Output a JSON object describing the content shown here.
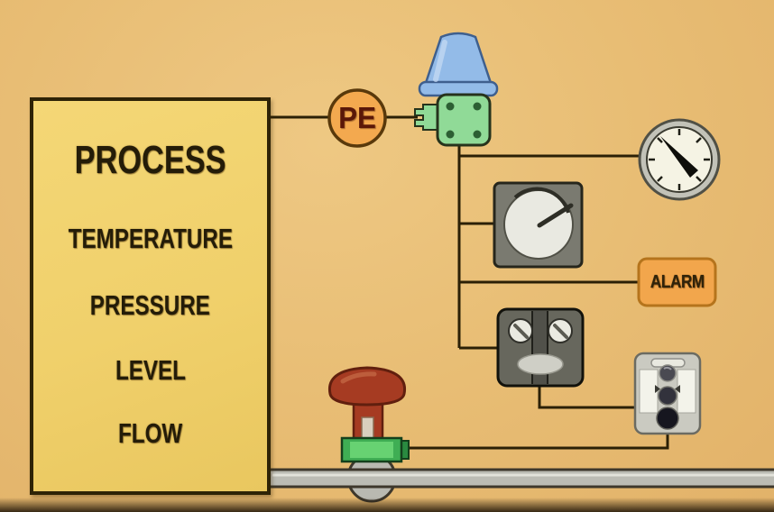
{
  "process_box": {
    "title": "PROCESS",
    "variables": [
      "TEMPERATURE",
      "PRESSURE",
      "LEVEL",
      "FLOW"
    ]
  },
  "labels": {
    "sensor": "PE",
    "alarm": "ALARM"
  },
  "icons": {
    "sensor_circle": "pe-sensor-symbol",
    "transmitter": "transmitter-with-funnel-cap",
    "gauge": "pressure-gauge-indicator",
    "recorder": "circular-chart-recorder",
    "alarm_box": "alarm-annunciator",
    "controller": "two-knob-controller",
    "relay": "relay-transducer",
    "valve": "diaphragm-control-valve",
    "pipe": "process-pipe"
  },
  "colors": {
    "background": "#e8bd74",
    "box_fill": "#f0d06b",
    "accent_orange": "#f2a64c",
    "signal_line": "#2b2006",
    "cap_blue": "#93bbe8",
    "device_green": "#90da97",
    "valve_green": "#3fae54",
    "actuator_red": "#a63b22",
    "device_gray": "#67675d",
    "pipe_gray": "#bcbcb4"
  }
}
